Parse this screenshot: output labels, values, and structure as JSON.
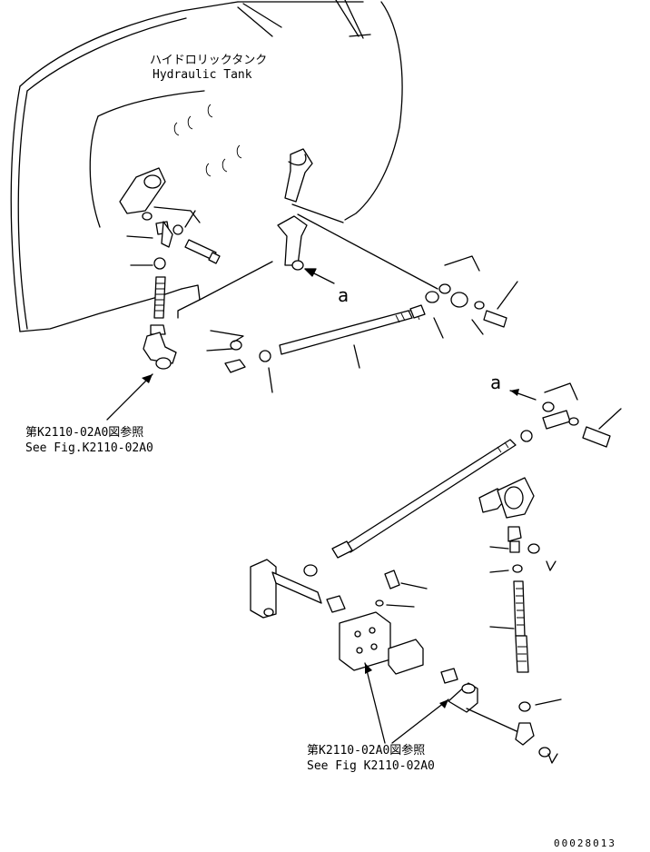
{
  "tank_label": {
    "jp": "ハイドロリックタンク",
    "en": "Hydraulic Tank"
  },
  "reference_label_top": {
    "jp": "第K2110-02A0図参照",
    "en": "See Fig.K2110-02A0"
  },
  "reference_label_bottom": {
    "jp": "第K2110-02A0図参照",
    "en": "See Fig K2110-02A0"
  },
  "view_marker_a1": "a",
  "view_marker_a2": "a",
  "drawing_number": "00028013"
}
